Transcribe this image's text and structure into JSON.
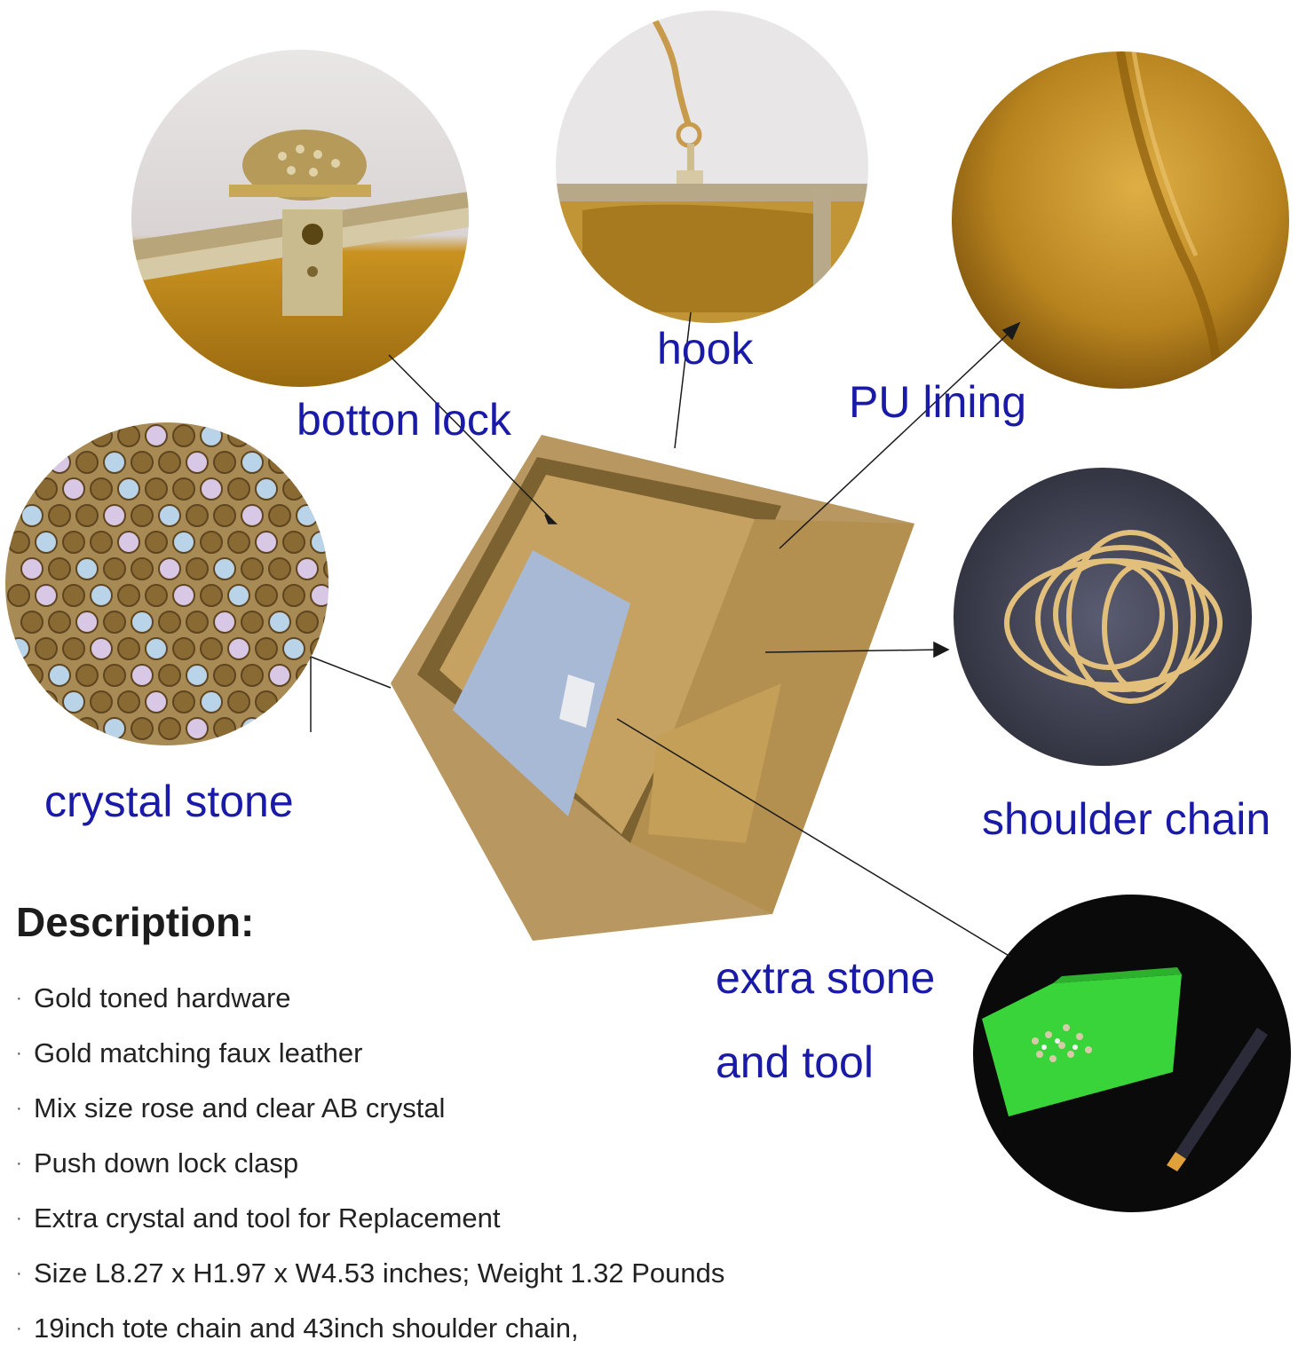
{
  "callouts": {
    "button_lock": "botton lock",
    "hook": "hook",
    "pu_lining": "PU lining",
    "crystal_stone": "crystal stone",
    "shoulder_chain": "shoulder chain",
    "extra_stone_line1": "extra stone",
    "extra_stone_line2": "and tool"
  },
  "description": {
    "title": "Description:",
    "bullet_marker": "·",
    "items": [
      "Gold toned hardware",
      "Gold matching faux leather",
      "Mix size rose and clear AB crystal",
      "Push down lock clasp",
      "Extra crystal and tool for Replacement",
      "Size L8.27 x H1.97 x W4.53 inches; Weight 1.32 Pounds",
      "19inch tote chain and 43inch shoulder chain,"
    ]
  },
  "colors": {
    "label_blue": "#1a1aa8",
    "gold": "#b8862a",
    "tray_green": "#39d43a"
  },
  "icons": [
    "button-lock-photo",
    "hook-photo",
    "pu-lining-photo",
    "crystal-stone-photo",
    "shoulder-chain-photo",
    "extra-stone-tool-photo",
    "clutch-bag-photo"
  ]
}
